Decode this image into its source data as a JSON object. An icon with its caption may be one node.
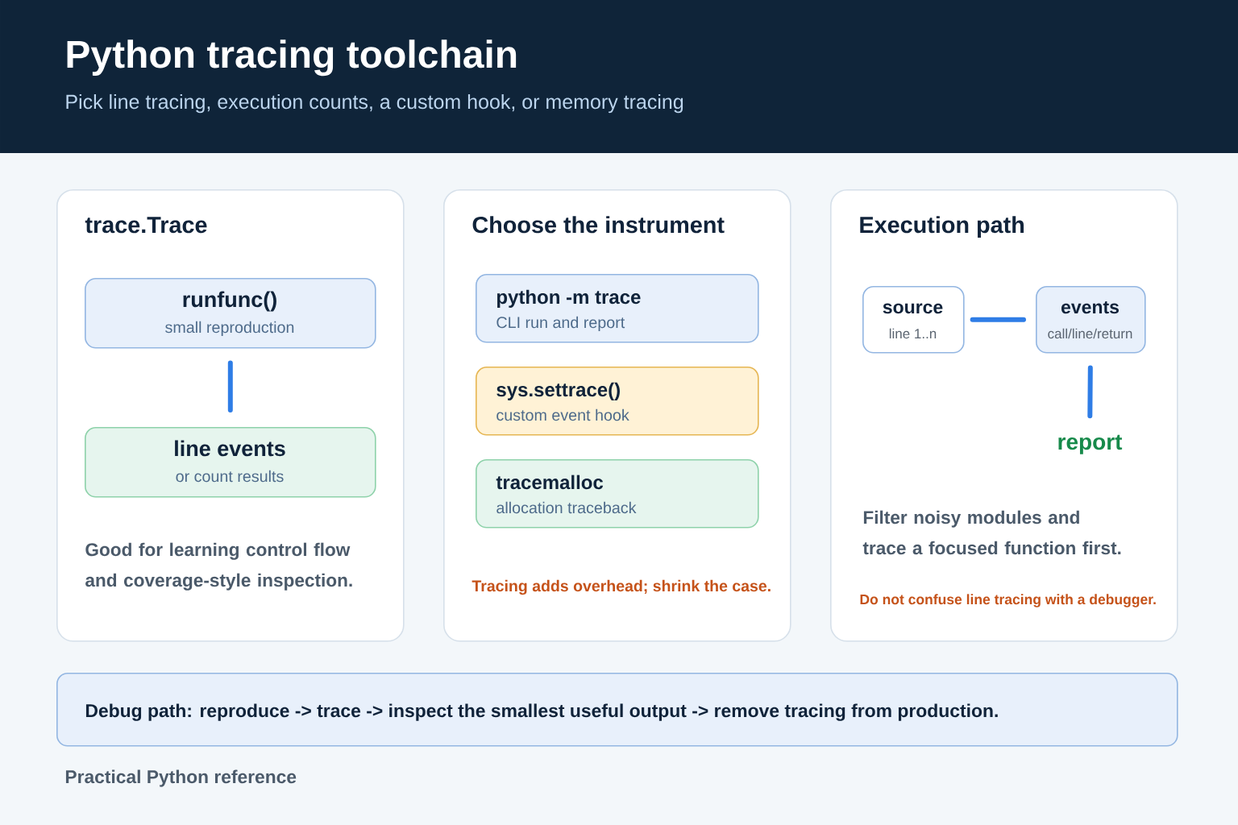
{
  "diagram": {
    "title": "Python tracing toolchain",
    "nodes": [
      {
        "text": [
          "trace.Trace",
          "Good for learning control flow and coverage-style inspection."
        ]
      },
      {
        "text": [
          "runfunc()",
          "small reproduction"
        ],
        "in": 0
      },
      {
        "text": [
          "line events",
          "or count results"
        ],
        "in": 0
      },
      {
        "text": [
          "Choose the instrument",
          "Tracing adds overhead; shrink the case."
        ]
      },
      {
        "text": [
          "python -m trace",
          "CLI run and report"
        ],
        "in": 3
      },
      {
        "text": [
          "sys.settrace()",
          "custom event hook"
        ],
        "in": 3
      },
      {
        "text": [
          "tracemalloc",
          "allocation traceback"
        ],
        "in": 3
      },
      {
        "text": [
          "Execution path",
          "Filter noisy modules and trace a focused function first.",
          "Do not confuse line tracing with a debugger."
        ]
      },
      {
        "text": [
          "source",
          "line 1..n"
        ],
        "in": 7
      },
      {
        "text": [
          "events",
          "call/line/return"
        ],
        "in": 7
      },
      {
        "text": [
          "report"
        ],
        "in": 7
      },
      {
        "text": [
          "Debug path: reproduce -> trace -> inspect the smallest useful output -> remove tracing from production."
        ]
      }
    ],
    "edges": [
      {
        "from": 1,
        "to": 2,
        "arrow": "none"
      },
      {
        "from": 8,
        "to": 9,
        "arrow": "none"
      },
      {
        "from": 9,
        "to": 10,
        "arrow": "none"
      }
    ],
    "labels": [
      "Pick line tracing, execution counts, a custom hook, or memory tracing",
      "Practical Python reference"
    ]
  }
}
